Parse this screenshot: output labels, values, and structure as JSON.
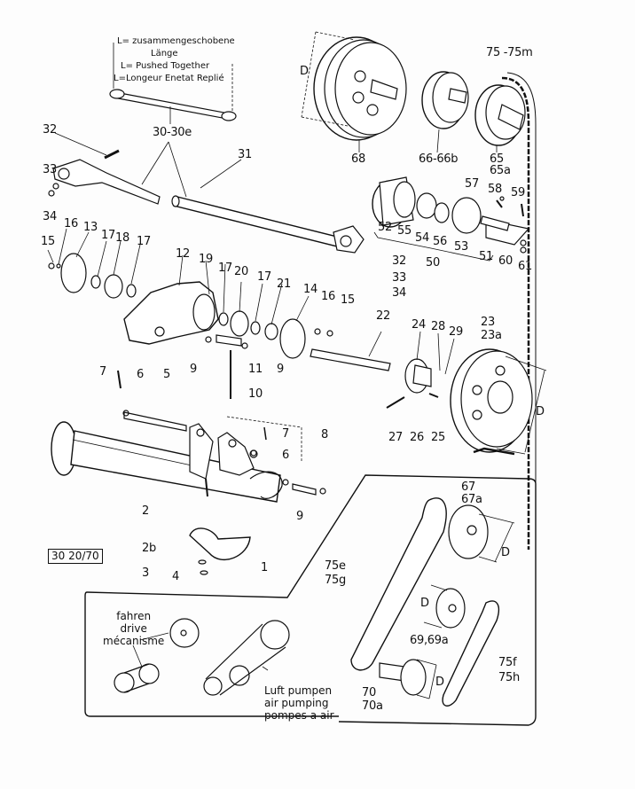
{
  "document": {
    "type": "exploded parts diagram",
    "reference_code": "30 20/70"
  },
  "length_note": {
    "lines": [
      "L= zusammengeschobene",
      "Länge",
      "L= Pushed Together",
      "L=Longeur Enetat Replié"
    ]
  },
  "part_labels": {
    "p1": "1",
    "p2": "2",
    "p2b": "2b",
    "p3": "3",
    "p4": "4",
    "p5": "5",
    "p6a": "6",
    "p6b": "6",
    "p7a": "7",
    "p7b": "7",
    "p8": "8",
    "p9a": "9",
    "p9b": "9",
    "p9c": "9",
    "p10": "10",
    "p11": "11",
    "p12": "12",
    "p13": "13",
    "p14": "14",
    "p15a": "15",
    "p15b": "15",
    "p16a": "16",
    "p16b": "16",
    "p17a": "17",
    "p17b": "17",
    "p17c": "17",
    "p17d": "17",
    "p18": "18",
    "p19": "19",
    "p20": "20",
    "p21": "21",
    "p22": "22",
    "p23": "23",
    "p23a": "23a",
    "p24": "24",
    "p25": "25",
    "p26": "26",
    "p27": "27",
    "p28": "28",
    "p29": "29",
    "p30": "30-30e",
    "p31": "31",
    "p32a": "32",
    "p32b": "32",
    "p33a": "33",
    "p33b": "33",
    "p34a": "34",
    "p34b": "34",
    "p50": "50",
    "p51": "51",
    "p52": "52",
    "p53": "53",
    "p54": "54",
    "p55": "55",
    "p56": "56",
    "p57": "57",
    "p58": "58",
    "p59": "59",
    "p60": "60",
    "p61": "61",
    "p65": "65",
    "p65a": "65a",
    "p66": "66-66b",
    "p67": "67",
    "p67a": "67a",
    "p68": "68",
    "p69": "69,69a",
    "p70": "70",
    "p70a": "70a",
    "p75": "75  -75m",
    "p75e": "75e",
    "p75g": "75g",
    "p75f": "75f",
    "p75h": "75h"
  },
  "dimension_labels": {
    "d68": "D",
    "d23": "D",
    "d67": "D",
    "d69": "D",
    "d70": "D"
  },
  "inset": {
    "drive_caption": [
      "fahren",
      "drive",
      "mécanisme"
    ],
    "air_caption": [
      "Luft  pumpen",
      "air  pumping",
      "pompes a air"
    ]
  }
}
